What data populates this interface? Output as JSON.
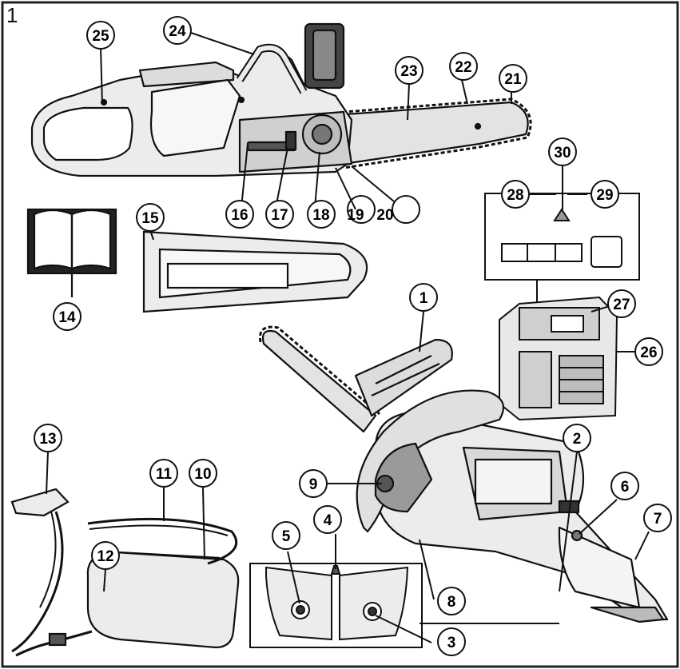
{
  "figure": {
    "number": "1"
  },
  "callouts": [
    {
      "id": "1",
      "label": "1"
    },
    {
      "id": "2",
      "label": "2"
    },
    {
      "id": "3",
      "label": "3"
    },
    {
      "id": "4",
      "label": "4"
    },
    {
      "id": "5",
      "label": "5"
    },
    {
      "id": "6",
      "label": "6"
    },
    {
      "id": "7",
      "label": "7"
    },
    {
      "id": "8",
      "label": "8"
    },
    {
      "id": "9",
      "label": "9"
    },
    {
      "id": "10",
      "label": "10"
    },
    {
      "id": "11",
      "label": "11"
    },
    {
      "id": "12",
      "label": "12"
    },
    {
      "id": "13",
      "label": "13"
    },
    {
      "id": "14",
      "label": "14"
    },
    {
      "id": "15",
      "label": "15"
    },
    {
      "id": "16",
      "label": "16"
    },
    {
      "id": "17",
      "label": "17"
    },
    {
      "id": "18",
      "label": "18"
    },
    {
      "id": "19",
      "label": "19"
    },
    {
      "id": "20",
      "label": "20"
    },
    {
      "id": "21",
      "label": "21"
    },
    {
      "id": "22",
      "label": "22"
    },
    {
      "id": "23",
      "label": "23"
    },
    {
      "id": "24",
      "label": "24"
    },
    {
      "id": "25",
      "label": "25"
    },
    {
      "id": "26",
      "label": "26"
    },
    {
      "id": "27",
      "label": "27"
    },
    {
      "id": "28",
      "label": "28"
    },
    {
      "id": "29",
      "label": "29"
    },
    {
      "id": "30",
      "label": "30"
    }
  ],
  "colors": {
    "line": "#111111",
    "body": "#e9e9e9",
    "dark": "#7a7a7a",
    "frame": "#222222"
  }
}
